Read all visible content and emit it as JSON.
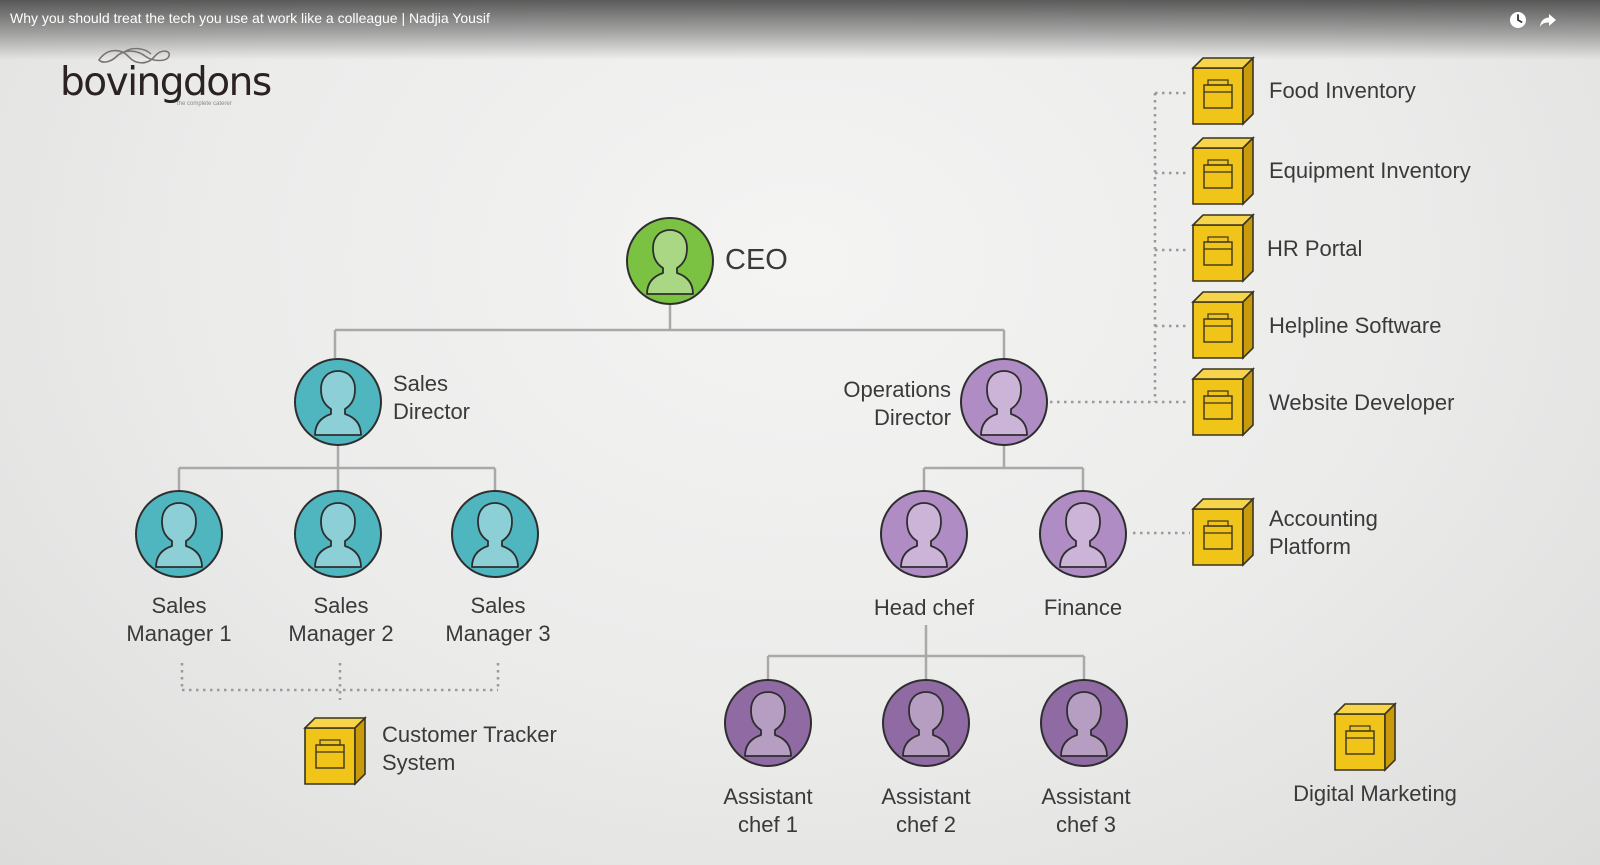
{
  "video": {
    "title": "Why you should treat the tech you use at work like a colleague | Nadjia Yousif",
    "watch_later_icon": "clock-icon",
    "share_icon": "share-arrow-icon"
  },
  "logo": {
    "word": "bovingdons",
    "tagline": "the complete caterer"
  },
  "colors": {
    "ceo": "#7cc242",
    "sales": "#4fb6c0",
    "operations": "#b08cc4",
    "assistant": "#8f6aa3",
    "system_box": "#f0c419"
  },
  "people": {
    "ceo": "CEO",
    "sales_director": "Sales\nDirector",
    "operations_director": "Operations\nDirector",
    "sales_manager_1": "Sales\nManager 1",
    "sales_manager_2": "Sales\nManager 2",
    "sales_manager_3": "Sales\nManager 3",
    "head_chef": "Head chef",
    "finance": "Finance",
    "assistant_chef_1": "Assistant\nchef 1",
    "assistant_chef_2": "Assistant\nchef 2",
    "assistant_chef_3": "Assistant\nchef 3"
  },
  "systems": {
    "food_inventory": "Food Inventory",
    "equipment_inventory": "Equipment Inventory",
    "hr_portal": "HR Portal",
    "helpline_software": "Helpline Software",
    "website_developer": "Website Developer",
    "accounting_platform": "Accounting\nPlatform",
    "customer_tracker": "Customer Tracker\nSystem",
    "digital_marketing": "Digital Marketing"
  }
}
